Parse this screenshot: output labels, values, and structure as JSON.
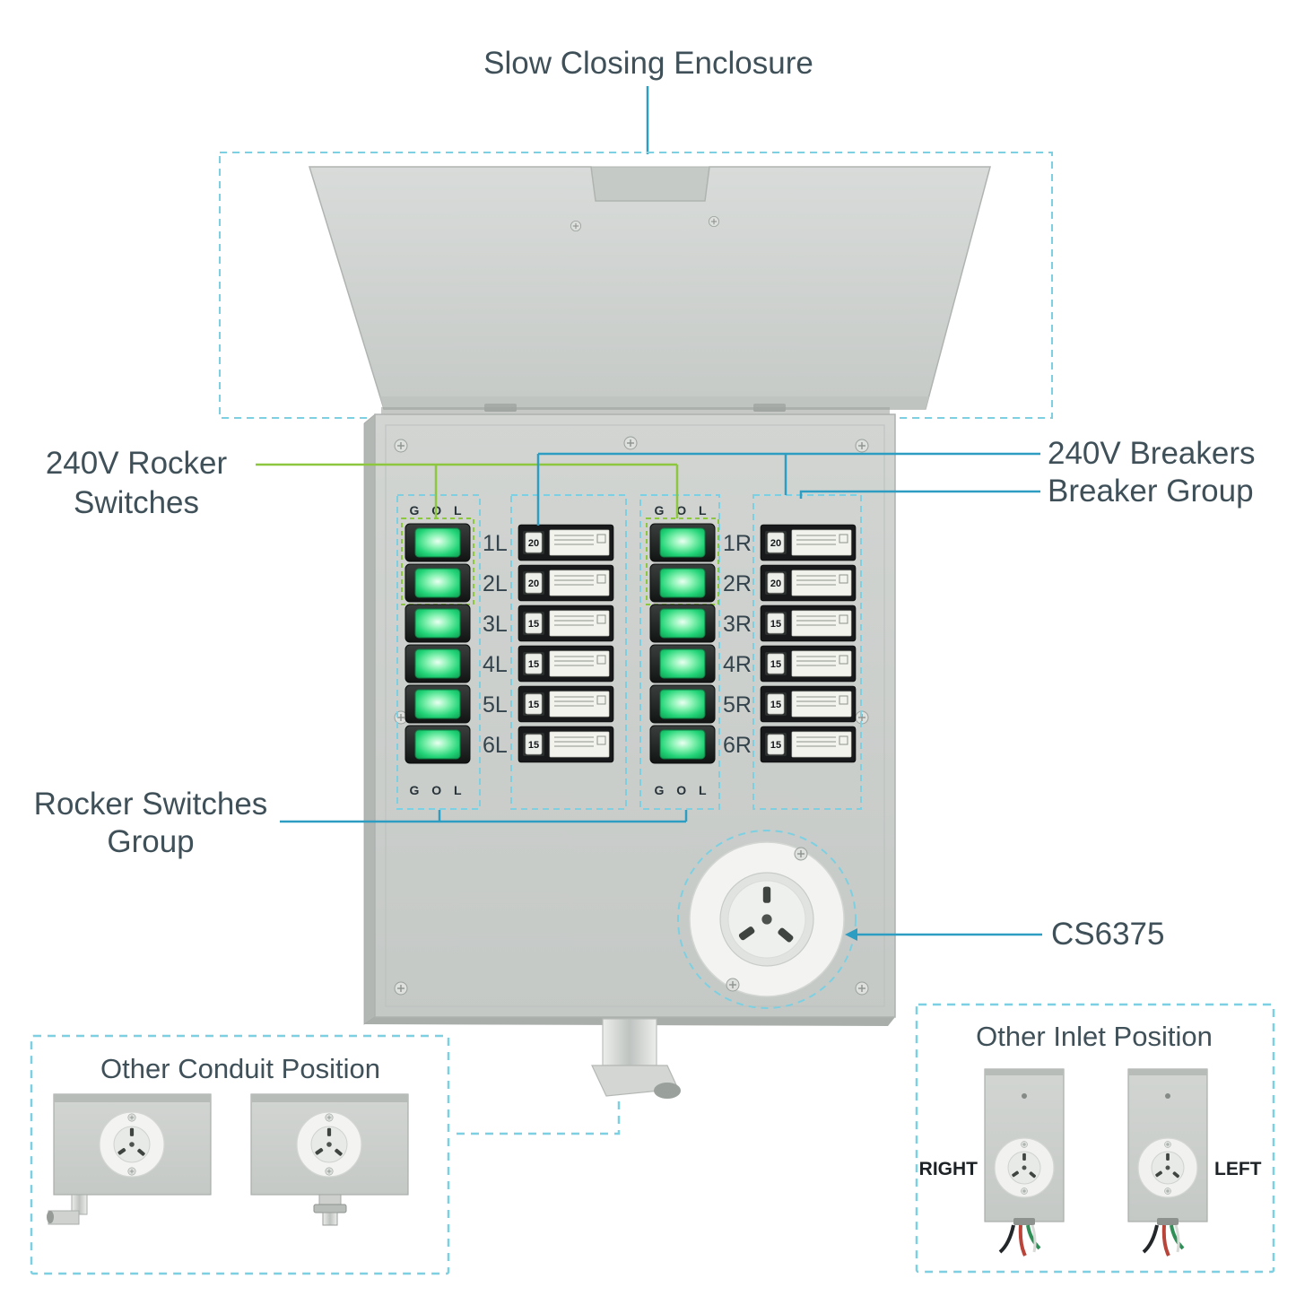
{
  "title": "Slow Closing Enclosure",
  "callouts": {
    "rocker_switches": {
      "line1": "240V Rocker",
      "line2": "Switches"
    },
    "breakers_240v": "240V Breakers",
    "breaker_group": "Breaker Group",
    "rocker_group": {
      "line1": "Rocker Switches",
      "line2": "Group"
    },
    "inlet_model": "CS6375"
  },
  "panel": {
    "gol": "G O L",
    "left_switches": [
      "1L",
      "2L",
      "3L",
      "4L",
      "5L",
      "6L"
    ],
    "right_switches": [
      "1R",
      "2R",
      "3R",
      "4R",
      "5R",
      "6R"
    ],
    "left_breakers": [
      "20",
      "20",
      "15",
      "15",
      "15",
      "15"
    ],
    "right_breakers": [
      "20",
      "20",
      "15",
      "15",
      "15",
      "15"
    ]
  },
  "insets": {
    "conduit": {
      "title": "Other Conduit Position"
    },
    "inlet": {
      "title": "Other Inlet Position",
      "right": "RIGHT",
      "left": "LEFT"
    }
  },
  "colors": {
    "callout_text": "#3f5059",
    "line_blue": "#2d9dc2",
    "line_green": "#8dc63f",
    "dashed_blue": "#7cd0e2",
    "switch_glow": "#1ecb6e",
    "panel_gray": "#cbd0cc"
  }
}
